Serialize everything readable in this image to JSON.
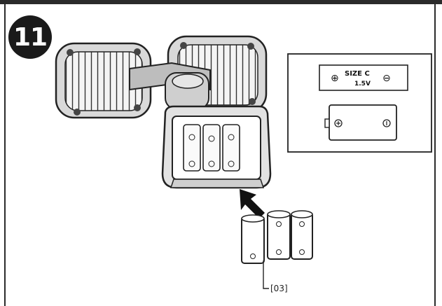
{
  "step": {
    "number": "11"
  },
  "detail": {
    "label_size": "SIZE C",
    "label_voltage": "1.5V",
    "plus_symbol": "⊕",
    "minus_symbol": "⊖"
  },
  "batteries": {
    "part_number": "[03]"
  },
  "icons": {
    "arrow": "insert-arrow-icon",
    "battery": "battery-c-icon"
  }
}
